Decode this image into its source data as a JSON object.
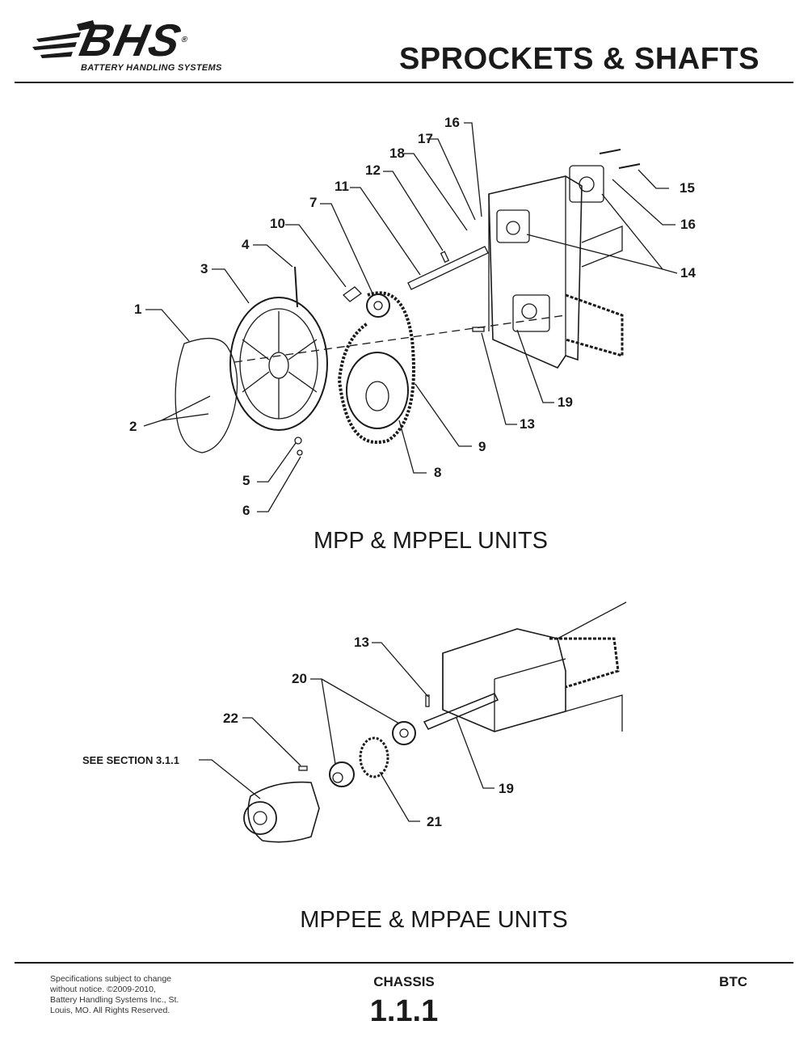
{
  "header": {
    "logo_text": "BHS",
    "logo_registered": "®",
    "logo_subtitle": "BATTERY HANDLING SYSTEMS",
    "title": "SPROCKETS & SHAFTS"
  },
  "diagram_top": {
    "caption": "MPP & MPPEL UNITS",
    "callouts": [
      "1",
      "2",
      "3",
      "4",
      "5",
      "6",
      "7",
      "8",
      "9",
      "10",
      "11",
      "12",
      "13",
      "14",
      "15",
      "16",
      "16",
      "17",
      "18",
      "19"
    ]
  },
  "diagram_bottom": {
    "caption": "MPPEE & MPPAE UNITS",
    "reference": "SEE SECTION 3.1.1",
    "callouts": [
      "13",
      "19",
      "20",
      "21",
      "22"
    ]
  },
  "footer": {
    "note": "Specifications subject to change without notice. ©2009-2010, Battery Handling Systems Inc., St. Louis, MO. All Rights Reserved.",
    "section": "CHASSIS",
    "number": "1.1.1",
    "code": "BTC"
  }
}
